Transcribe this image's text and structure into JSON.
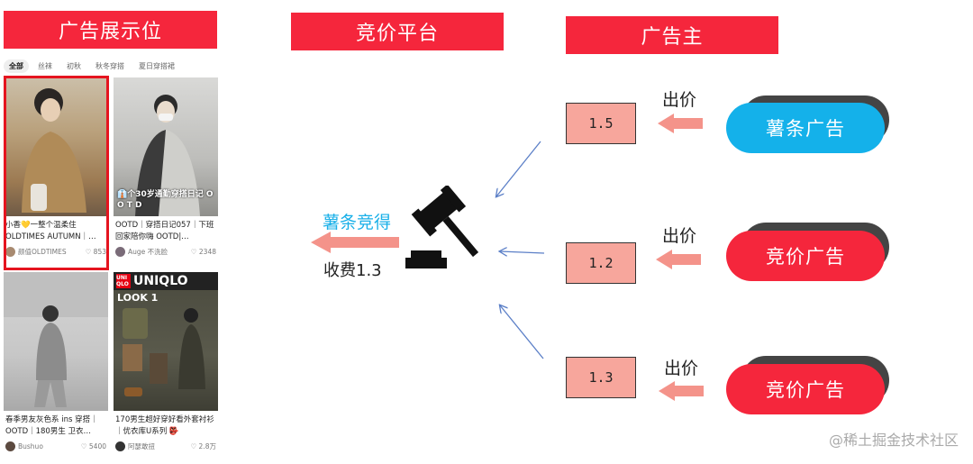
{
  "headers": {
    "display": "广告展示位",
    "platform": "竞价平台",
    "advertiser": "广告主"
  },
  "feed": {
    "tabs": [
      "全部",
      "丝袜",
      "初秋",
      "秋冬穿搭",
      "夏日穿搭裙"
    ],
    "cards": [
      {
        "title": "小香💛一整个温柔住 OLDTIMES AUTUMN｜…",
        "author": "颜值OLDTIMES",
        "likes": "♡ 853",
        "overlay": ""
      },
      {
        "title": "OOTD｜穿搭日记057｜下班回家陪你嗨 OOTD|…",
        "author": "Auge 不洗脸",
        "likes": "♡ 2348",
        "overlay": "👔个30岁通勤穿搭日记 O O T D"
      },
      {
        "title": "春季男友灰色系 ins 穿搭｜OOTD｜180男生 卫衣…",
        "author": "Bushuo",
        "likes": "♡ 5400",
        "overlay": ""
      },
      {
        "title": "170男生超好穿好看外套衬衫｜优衣库U系列 👺",
        "author": "阿瑟敢扭",
        "likes": "♡ 2.8万",
        "overlay": ""
      }
    ],
    "uniqlo_brand": "UNIQLO",
    "uniqlo_logo": "UNI QLO",
    "uniqlo_look": "LOOK 1"
  },
  "center": {
    "winner": "薯条竞得",
    "fee": "收费1.3"
  },
  "bids": [
    {
      "label": "出价",
      "value": "1.5",
      "ad": "薯条广告",
      "color": "#14b1ea"
    },
    {
      "label": "出价",
      "value": "1.2",
      "ad": "竞价广告",
      "color": "#f5263c"
    },
    {
      "label": "出价",
      "value": "1.3",
      "ad": "竞价广告",
      "color": "#f5263c"
    }
  ],
  "watermark": "@稀土掘金技术社区"
}
